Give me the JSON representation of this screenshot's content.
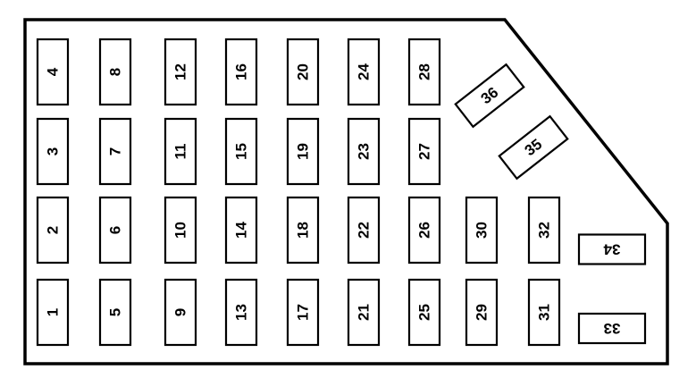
{
  "diagram": {
    "type": "fuse-box-layout",
    "stroke_color": "#000000",
    "background_color": "#ffffff",
    "grid_columns": [
      {
        "fuses_bottom_to_top": [
          "1",
          "2",
          "3",
          "4"
        ]
      },
      {
        "fuses_bottom_to_top": [
          "5",
          "6",
          "7",
          "8"
        ]
      },
      {
        "fuses_bottom_to_top": [
          "9",
          "10",
          "11",
          "12"
        ]
      },
      {
        "fuses_bottom_to_top": [
          "13",
          "14",
          "15",
          "16"
        ]
      },
      {
        "fuses_bottom_to_top": [
          "17",
          "18",
          "19",
          "20"
        ]
      },
      {
        "fuses_bottom_to_top": [
          "21",
          "22",
          "23",
          "24"
        ]
      },
      {
        "fuses_bottom_to_top": [
          "25",
          "26",
          "27",
          "28"
        ]
      },
      {
        "fuses_bottom_to_top": [
          "29",
          "30"
        ]
      },
      {
        "fuses_bottom_to_top": [
          "31",
          "32"
        ]
      }
    ],
    "horizontal_fuses": [
      "33",
      "34"
    ],
    "angled_fuses": [
      "35",
      "36"
    ]
  }
}
